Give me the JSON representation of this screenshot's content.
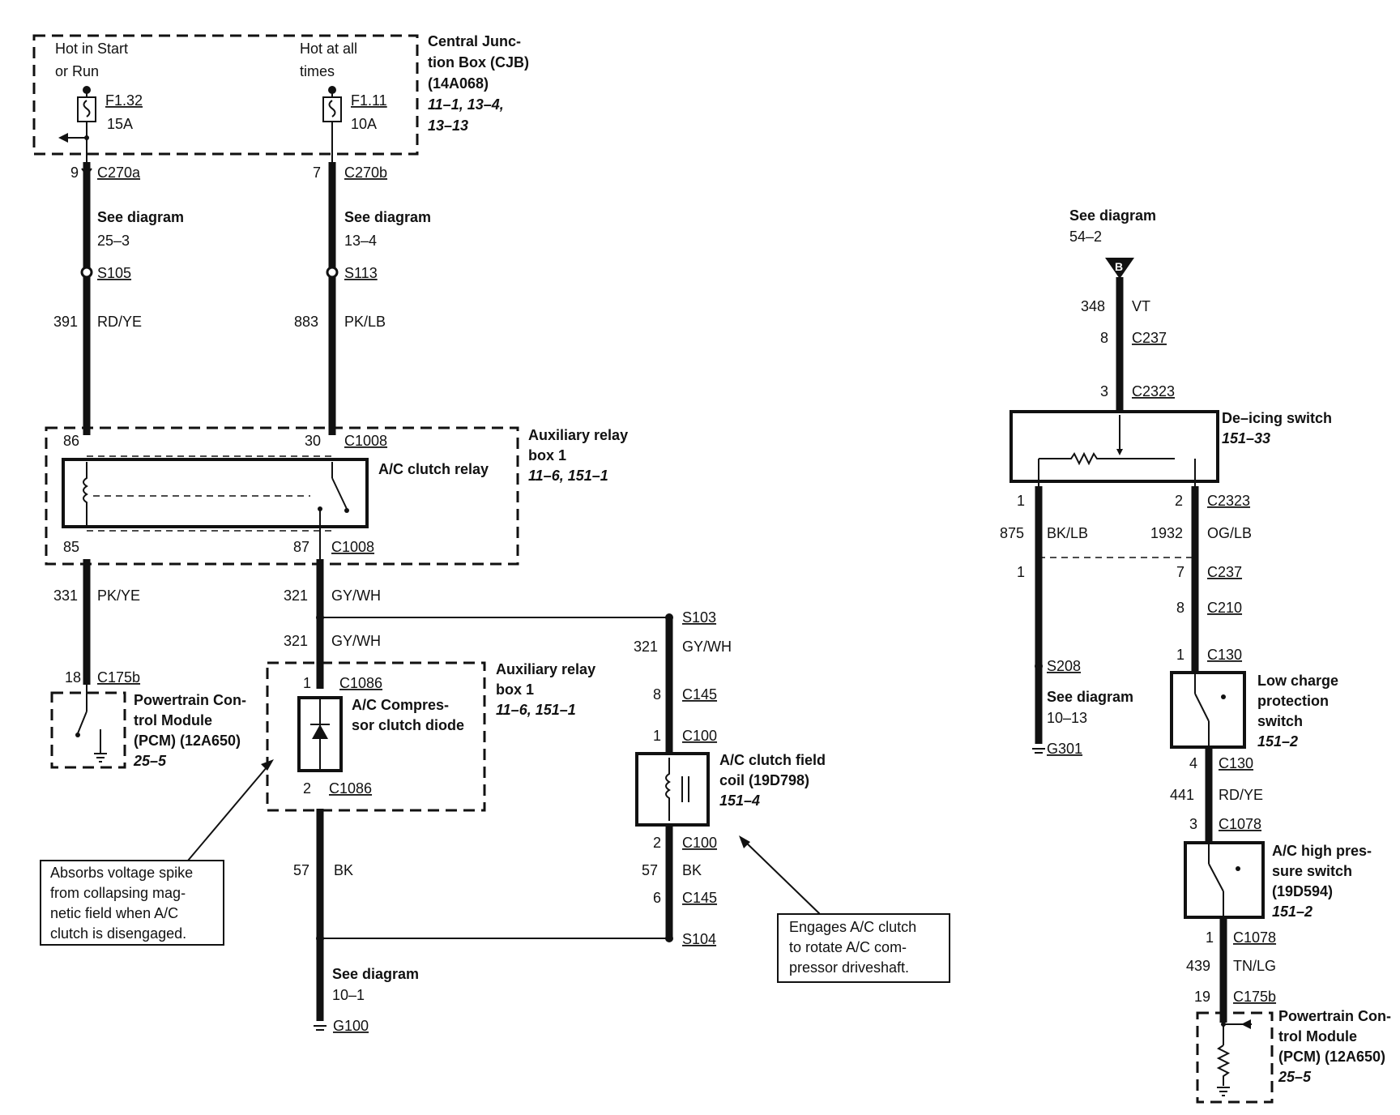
{
  "cjb": {
    "name_line1": "Central Junc-",
    "name_line2": "tion Box (CJB)",
    "part": "(14A068)",
    "ref1": "11–1, 13–4,",
    "ref2": "13–13",
    "hot_start_line1": "Hot in Start",
    "hot_start_line2": "or Run",
    "hot_all_line1": "Hot at all",
    "hot_all_line2": "times",
    "fuse1_name": "F1.32",
    "fuse1_rating": "15A",
    "fuse2_name": "F1.11",
    "fuse2_rating": "10A"
  },
  "left_circuit": {
    "c270a_pin": "9",
    "c270a": "C270a",
    "see1_title": "See diagram",
    "see1_ref": "25–3",
    "s105": "S105",
    "w391": "391",
    "w391_color": "RD/YE",
    "pin86": "86",
    "pin85": "85",
    "w331": "331",
    "w331_color": "PK/YE",
    "c175b_pin": "18",
    "c175b": "C175b",
    "pcm_line1": "Powertrain Con-",
    "pcm_line2": "trol Module",
    "pcm_line3": "(PCM) (12A650)",
    "pcm_ref": "25–5"
  },
  "middle_circuit": {
    "c270b_pin": "7",
    "c270b": "C270b",
    "see2_title": "See diagram",
    "see2_ref": "13–4",
    "s113": "S113",
    "w883": "883",
    "w883_color": "PK/LB",
    "pin30": "30",
    "c1008_top": "C1008",
    "pin87": "87",
    "c1008_bot": "C1008",
    "w321a": "321",
    "w321a_color": "GY/WH",
    "w321b": "321",
    "w321b_color": "GY/WH",
    "c1086_pin1": "1",
    "c1086_top": "C1086",
    "c1086_pin2": "2",
    "c1086_bot": "C1086",
    "w57": "57",
    "w57_color": "BK",
    "see3_title": "See diagram",
    "see3_ref": "10–1",
    "g100": "G100"
  },
  "relay_box": {
    "relay_name": "A/C clutch relay",
    "box_line1": "Auxiliary relay",
    "box_line2": "box 1",
    "box_ref": "11–6, 151–1"
  },
  "diode_box": {
    "name_line1": "A/C Compres-",
    "name_line2": "sor clutch diode",
    "box_line1": "Auxiliary relay",
    "box_line2": "box 1",
    "box_ref": "11–6, 151–1"
  },
  "clutch_circuit": {
    "s103": "S103",
    "w321": "321",
    "w321_color": "GY/WH",
    "c145_pin_top": "8",
    "c145_top": "C145",
    "c100_pin_top": "1",
    "c100_top": "C100",
    "coil_line1": "A/C clutch field",
    "coil_line2": "coil (19D798)",
    "coil_ref": "151–4",
    "c100_pin_bot": "2",
    "c100_bot": "C100",
    "w57": "57",
    "w57_color": "BK",
    "c145_pin_bot": "6",
    "c145_bot": "C145",
    "s104": "S104"
  },
  "notes": {
    "note1_line1": "Absorbs voltage spike",
    "note1_line2": "from collapsing mag-",
    "note1_line3": "netic field when A/C",
    "note1_line4": "clutch is disengaged.",
    "note2_line1": "Engages A/C clutch",
    "note2_line2": "to rotate A/C com-",
    "note2_line3": "pressor driveshaft."
  },
  "right_circuit": {
    "see_title": "See diagram",
    "see_ref": "54–2",
    "connector_letter": "B",
    "w348": "348",
    "w348_color": "VT",
    "c237_pin_top": "8",
    "c237_top": "C237",
    "c2323_pin_top": "3",
    "c2323_top": "C2323",
    "deicing_name": "De–icing switch",
    "deicing_ref": "151–33",
    "pin_left_1": "1",
    "pin_right_2": "2",
    "c2323_bot": "C2323",
    "w875": "875",
    "w875_color": "BK/LB",
    "w1932": "1932",
    "w1932_color": "OG/LB",
    "pin_left_1b": "1",
    "c237_pin_7": "7",
    "c237_mid": "C237",
    "c210_pin": "8",
    "c210": "C210",
    "s208": "S208",
    "see_g_title": "See diagram",
    "see_g_ref": "10–13",
    "g301": "G301",
    "c130_pin_1": "1",
    "c130_top": "C130",
    "lowcharge_line1": "Low charge",
    "lowcharge_line2": "protection",
    "lowcharge_line3": "switch",
    "lowcharge_ref": "151–2",
    "c130_pin_4": "4",
    "c130_bot": "C130",
    "w441": "441",
    "w441_color": "RD/YE",
    "c1078_pin_3": "3",
    "c1078_top": "C1078",
    "hp_line1": "A/C high pres-",
    "hp_line2": "sure switch",
    "hp_line3": "(19D594)",
    "hp_ref": "151–2",
    "c1078_pin_1": "1",
    "c1078_bot": "C1078",
    "w439": "439",
    "w439_color": "TN/LG",
    "c175b_pin": "19",
    "c175b": "C175b",
    "pcm_line1": "Powertrain Con-",
    "pcm_line2": "trol Module",
    "pcm_line3": "(PCM) (12A650)",
    "pcm_ref": "25–5"
  }
}
